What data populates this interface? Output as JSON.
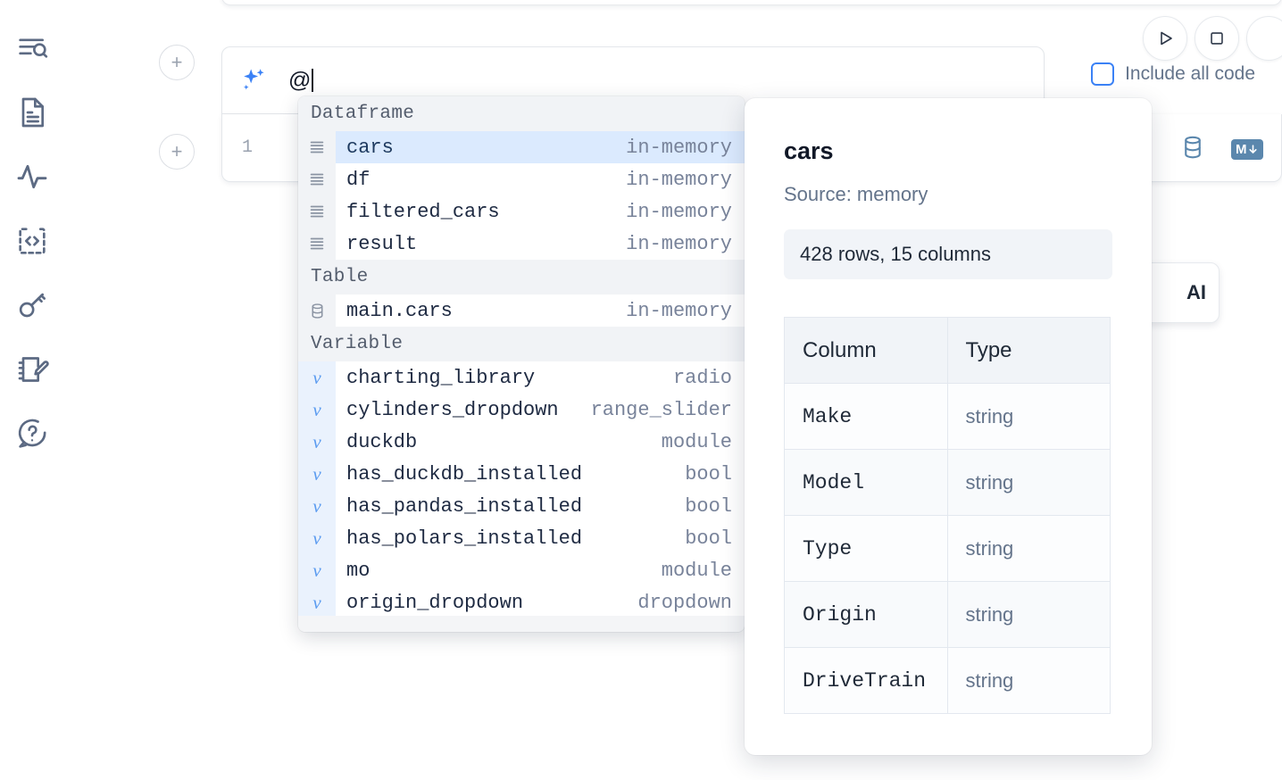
{
  "sidebar": {
    "items": [
      {
        "icon": "outline-search-icon",
        "name": "sidebar-item-explore"
      },
      {
        "icon": "document-icon",
        "name": "sidebar-item-notebook"
      },
      {
        "icon": "activity-icon",
        "name": "sidebar-item-activity"
      },
      {
        "icon": "code-brackets-icon",
        "name": "sidebar-item-snippets"
      },
      {
        "icon": "key-icon",
        "name": "sidebar-item-secrets"
      },
      {
        "icon": "notebook-pencil-icon",
        "name": "sidebar-item-scratchpad"
      },
      {
        "icon": "question-chat-icon",
        "name": "sidebar-item-help"
      }
    ]
  },
  "toolbar": {
    "run_label": "run-cell",
    "stop_label": "stop-cell",
    "include_all_code_label": "Include all code",
    "include_all_code_checked": false
  },
  "ai_prompt": {
    "value": "@",
    "icon": "sparkle-icon"
  },
  "code_cell": {
    "line_number": "1",
    "icons": [
      {
        "name": "database-icon"
      },
      {
        "name": "markdown-icon",
        "label": "M"
      }
    ]
  },
  "floating_card": {
    "label": "AI"
  },
  "add_buttons": {
    "label": "+"
  },
  "autocomplete": {
    "groups": [
      {
        "label": "Dataframe",
        "items": [
          {
            "name": "cars",
            "type": "in-memory",
            "icon": "dataframe-icon",
            "selected": true
          },
          {
            "name": "df",
            "type": "in-memory",
            "icon": "dataframe-icon",
            "selected": false
          },
          {
            "name": "filtered_cars",
            "type": "in-memory",
            "icon": "dataframe-icon",
            "selected": false
          },
          {
            "name": "result",
            "type": "in-memory",
            "icon": "dataframe-icon",
            "selected": false
          }
        ]
      },
      {
        "label": "Table",
        "items": [
          {
            "name": "main.cars",
            "type": "in-memory",
            "icon": "table-icon",
            "selected": false
          }
        ]
      },
      {
        "label": "Variable",
        "items": [
          {
            "name": "charting_library",
            "type": "radio",
            "icon": "variable-icon",
            "selected": false
          },
          {
            "name": "cylinders_dropdown",
            "type": "range_slider",
            "icon": "variable-icon",
            "selected": false
          },
          {
            "name": "duckdb",
            "type": "module",
            "icon": "variable-icon",
            "selected": false
          },
          {
            "name": "has_duckdb_installed",
            "type": "bool",
            "icon": "variable-icon",
            "selected": false
          },
          {
            "name": "has_pandas_installed",
            "type": "bool",
            "icon": "variable-icon",
            "selected": false
          },
          {
            "name": "has_polars_installed",
            "type": "bool",
            "icon": "variable-icon",
            "selected": false
          },
          {
            "name": "mo",
            "type": "module",
            "icon": "variable-icon",
            "selected": false
          },
          {
            "name": "origin_dropdown",
            "type": "dropdown",
            "icon": "variable-icon",
            "selected": false
          }
        ]
      }
    ]
  },
  "info_panel": {
    "title": "cars",
    "source": "Source: memory",
    "shape": "428 rows, 15 columns",
    "columns_header": "Column",
    "type_header": "Type",
    "rows": [
      {
        "column": "Make",
        "type": "string"
      },
      {
        "column": "Model",
        "type": "string"
      },
      {
        "column": "Type",
        "type": "string"
      },
      {
        "column": "Origin",
        "type": "string"
      },
      {
        "column": "DriveTrain",
        "type": "string"
      }
    ]
  },
  "colors": {
    "accent_blue": "#3b82f6",
    "selection_blue": "#dbeafe",
    "icon_slate": "#5c6a83",
    "cell_icon_blue": "#5b87ad"
  }
}
